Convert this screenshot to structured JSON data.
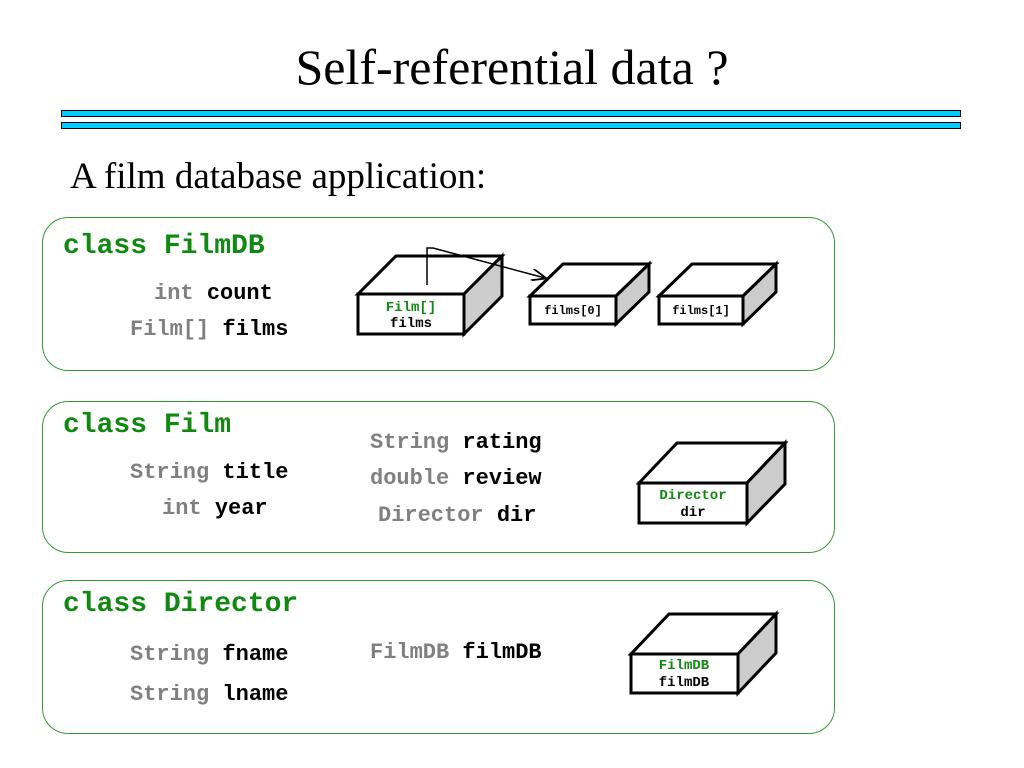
{
  "title": "Self-referential data ?",
  "subtitle": "A film database application:",
  "colors": {
    "class_keyword": "#118811",
    "field_type": "#808080",
    "panel_border": "#339933",
    "rule": "#00ccff",
    "box_side": "#cccccc"
  },
  "panels": {
    "filmdb": {
      "header": "class FilmDB",
      "fields": [
        {
          "type": "int",
          "name": "count"
        },
        {
          "type": "Film[]",
          "name": "films"
        }
      ],
      "box": {
        "type": "Film[]",
        "name": "films"
      },
      "elements": [
        "films[0]",
        "films[1]"
      ]
    },
    "film": {
      "header": "class Film",
      "fields_left": [
        {
          "type": "String",
          "name": "title"
        },
        {
          "type": "int",
          "name": "year"
        }
      ],
      "fields_right": [
        {
          "type": "String",
          "name": "rating"
        },
        {
          "type": "double",
          "name": "review"
        },
        {
          "type": "Director",
          "name": "dir"
        }
      ],
      "box": {
        "type": "Director",
        "name": "dir"
      }
    },
    "director": {
      "header": "class Director",
      "fields_left": [
        {
          "type": "String",
          "name": "fname"
        },
        {
          "type": "String",
          "name": "lname"
        }
      ],
      "fields_right": [
        {
          "type": "FilmDB",
          "name": "filmDB"
        }
      ],
      "box": {
        "type": "FilmDB",
        "name": "filmDB"
      }
    }
  }
}
